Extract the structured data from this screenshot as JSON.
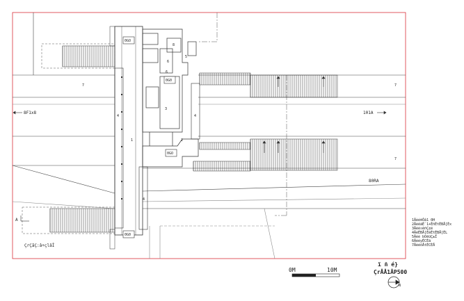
{
  "plan": {
    "frame_color": "#d9303a",
    "line_color": "#333333",
    "room_numbers": {
      "platform_center": "1",
      "lower_concourse": "2",
      "main_room": "3",
      "left_track": "4",
      "right_track": "4",
      "bottom_track": "4",
      "upper_room_a": "5",
      "upper_room_b": "6",
      "upper_room_c": "6",
      "upper_room_d": "8",
      "street_left": "7",
      "street_right_top": "7",
      "street_right_bottom": "7"
    },
    "direction_left": "8F1x8",
    "direction_right": "101A",
    "road_label": "80RA",
    "section_marker": "A",
    "small_label_bl": "ÇrÇãÇ:â+çlâÎ",
    "box_labels": [
      "0GO",
      "0G0",
      "0GO",
      "0G0"
    ]
  },
  "legend": {
    "items": [
      "1Äèé®Ôâ1 0H",
      "2ÄèêãÉ`1+ÉñÉtÉBÅ[Éx",
      "3Äèé¤êñÇ¢é",
      "4ÄèÉBÅ[ÉèÉtÉBÅ[ÉL",
      "5Äèé bOëüÇ±Ï",
      "6ÄèéyÉCÉã",
      "7ÄèéõÅtÉCÉÅ"
    ]
  },
  "scale": {
    "start_label": "0M",
    "end_label": "10M",
    "title_line1": "ï ñ é}",
    "title_line2": "ÇrÅÅ1ÅP500",
    "north_label": "N"
  }
}
